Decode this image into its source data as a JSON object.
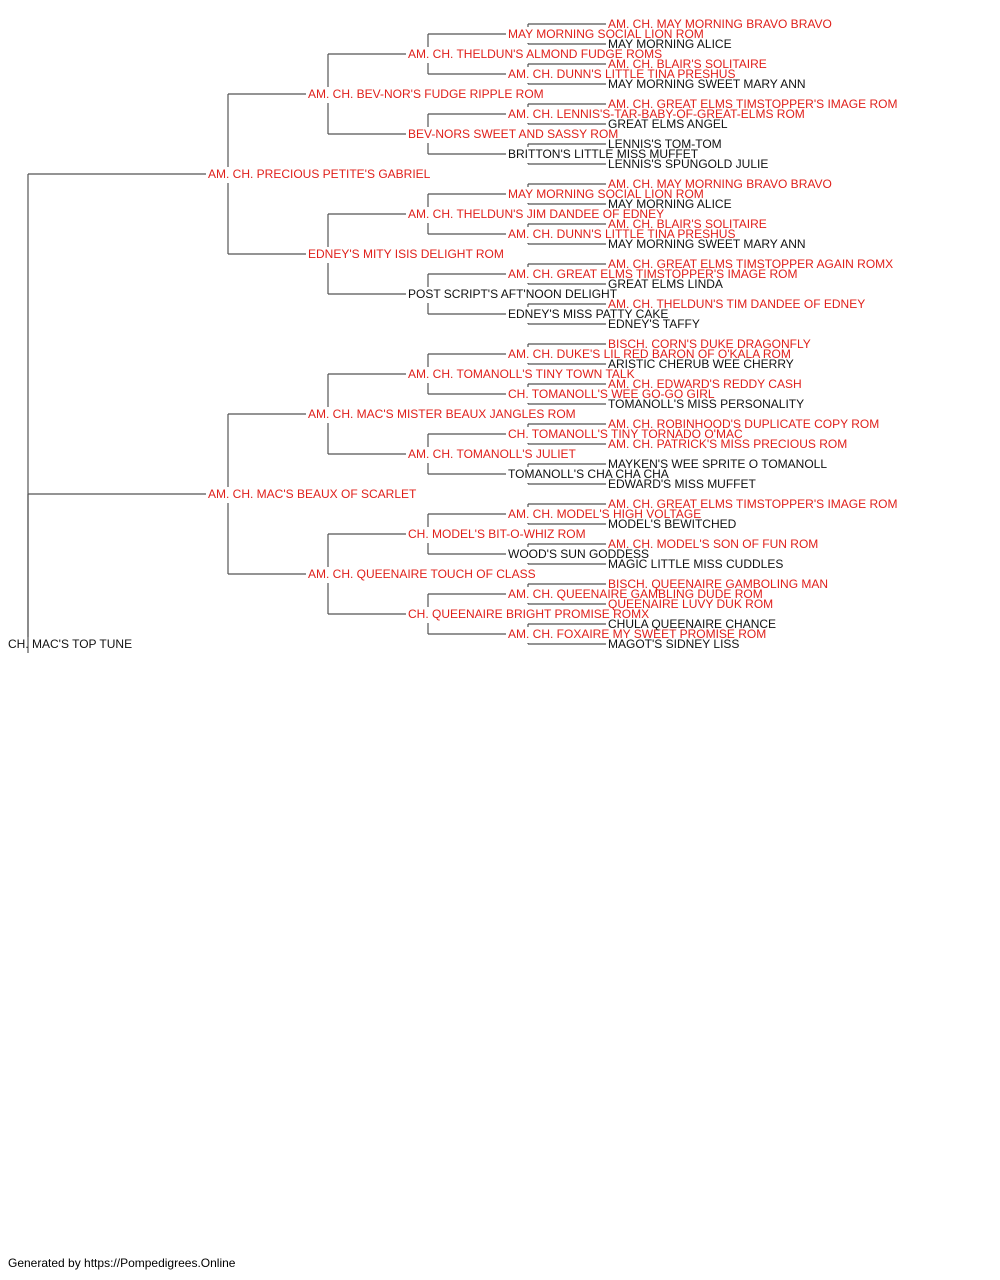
{
  "colors": {
    "champion": "#e0201b",
    "regular": "#111111",
    "line": "#555555"
  },
  "root": {
    "name": "CH. MAC'S TOP TUNE",
    "ch": false,
    "sire": {
      "name": "AM. CH. PRECIOUS PETITE'S GABRIEL",
      "ch": true,
      "sire": {
        "name": "AM. CH. BEV-NOR'S FUDGE RIPPLE ROM",
        "ch": true,
        "sire": {
          "name": "AM. CH. THELDUN'S ALMOND FUDGE ROMS",
          "ch": true,
          "sire": {
            "name": "MAY MORNING SOCIAL LION ROM",
            "ch": true,
            "sire": {
              "name": "AM. CH. MAY MORNING BRAVO BRAVO",
              "ch": true
            },
            "dam": {
              "name": "MAY MORNING ALICE",
              "ch": false
            }
          },
          "dam": {
            "name": "AM. CH. DUNN'S LITTLE TINA PRESHUS",
            "ch": true,
            "sire": {
              "name": "AM. CH. BLAIR'S SOLITAIRE",
              "ch": true
            },
            "dam": {
              "name": "MAY MORNING SWEET MARY ANN",
              "ch": false
            }
          }
        },
        "dam": {
          "name": "BEV-NORS SWEET AND SASSY ROM",
          "ch": true,
          "sire": {
            "name": "AM. CH. LENNIS'S-TAR-BABY-OF-GREAT-ELMS ROM",
            "ch": true,
            "sire": {
              "name": "AM. CH. GREAT ELMS TIMSTOPPER'S IMAGE ROM",
              "ch": true
            },
            "dam": {
              "name": "GREAT ELMS ANGEL",
              "ch": false
            }
          },
          "dam": {
            "name": "BRITTON'S LITTLE MISS MUFFET",
            "ch": false,
            "sire": {
              "name": "LENNIS'S TOM-TOM",
              "ch": false
            },
            "dam": {
              "name": "LENNIS'S SPUNGOLD JULIE",
              "ch": false
            }
          }
        }
      },
      "dam": {
        "name": "EDNEY'S MITY ISIS DELIGHT ROM",
        "ch": true,
        "sire": {
          "name": "AM. CH. THELDUN'S JIM DANDEE OF EDNEY",
          "ch": true,
          "sire": {
            "name": "MAY MORNING SOCIAL LION ROM",
            "ch": true,
            "sire": {
              "name": "AM. CH. MAY MORNING BRAVO BRAVO",
              "ch": true
            },
            "dam": {
              "name": "MAY MORNING ALICE",
              "ch": false
            }
          },
          "dam": {
            "name": "AM. CH. DUNN'S LITTLE TINA PRESHUS",
            "ch": true,
            "sire": {
              "name": "AM. CH. BLAIR'S SOLITAIRE",
              "ch": true
            },
            "dam": {
              "name": "MAY MORNING SWEET MARY ANN",
              "ch": false
            }
          }
        },
        "dam": {
          "name": "POST SCRIPT'S AFT'NOON DELIGHT",
          "ch": false,
          "sire": {
            "name": "AM. CH. GREAT ELMS TIMSTOPPER'S IMAGE ROM",
            "ch": true,
            "sire": {
              "name": "AM. CH. GREAT ELMS TIMSTOPPER AGAIN ROMX",
              "ch": true
            },
            "dam": {
              "name": "GREAT ELMS LINDA",
              "ch": false
            }
          },
          "dam": {
            "name": "EDNEY'S MISS PATTY CAKE",
            "ch": false,
            "sire": {
              "name": "AM. CH. THELDUN'S TIM DANDEE OF EDNEY",
              "ch": true
            },
            "dam": {
              "name": "EDNEY'S TAFFY",
              "ch": false
            }
          }
        }
      }
    },
    "dam": {
      "name": "AM. CH. MAC'S BEAUX OF SCARLET",
      "ch": true,
      "sire": {
        "name": "AM. CH. MAC'S MISTER BEAUX JANGLES ROM",
        "ch": true,
        "sire": {
          "name": "AM. CH. TOMANOLL'S TINY TOWN TALK",
          "ch": true,
          "sire": {
            "name": "AM. CH. DUKE'S LIL RED BARON OF O'KALA ROM",
            "ch": true,
            "sire": {
              "name": "BISCH. CORN'S DUKE DRAGONFLY",
              "ch": true
            },
            "dam": {
              "name": "ARISTIC CHERUB WEE CHERRY",
              "ch": false
            }
          },
          "dam": {
            "name": "CH. TOMANOLL'S WEE GO-GO GIRL",
            "ch": true,
            "sire": {
              "name": "AM. CH. EDWARD'S REDDY CASH",
              "ch": true
            },
            "dam": {
              "name": "TOMANOLL'S MISS PERSONALITY",
              "ch": false
            }
          }
        },
        "dam": {
          "name": "AM. CH. TOMANOLL'S JULIET",
          "ch": true,
          "sire": {
            "name": "CH. TOMANOLL'S TINY TORNADO O'MAC",
            "ch": true,
            "sire": {
              "name": "AM. CH. ROBINHOOD'S DUPLICATE COPY ROM",
              "ch": true
            },
            "dam": {
              "name": "AM. CH. PATRICK'S MISS PRECIOUS ROM",
              "ch": true
            }
          },
          "dam": {
            "name": "TOMANOLL'S CHA CHA CHA",
            "ch": false,
            "sire": {
              "name": "MAYKEN'S WEE SPRITE O TOMANOLL",
              "ch": false
            },
            "dam": {
              "name": "EDWARD'S MISS MUFFET",
              "ch": false
            }
          }
        }
      },
      "dam": {
        "name": "AM. CH. QUEENAIRE TOUCH OF CLASS",
        "ch": true,
        "sire": {
          "name": "CH. MODEL'S BIT-O-WHIZ ROM",
          "ch": true,
          "sire": {
            "name": "AM. CH. MODEL'S HIGH VOLTAGE",
            "ch": true,
            "sire": {
              "name": "AM. CH. GREAT ELMS TIMSTOPPER'S IMAGE ROM",
              "ch": true
            },
            "dam": {
              "name": "MODEL'S BEWITCHED",
              "ch": false
            }
          },
          "dam": {
            "name": "WOOD'S SUN GODDESS",
            "ch": false,
            "sire": {
              "name": "AM. CH. MODEL'S SON OF FUN ROM",
              "ch": true
            },
            "dam": {
              "name": "MAGIC LITTLE MISS CUDDLES",
              "ch": false
            }
          }
        },
        "dam": {
          "name": "CH. QUEENAIRE BRIGHT PROMISE ROMX",
          "ch": true,
          "sire": {
            "name": "AM. CH. QUEENAIRE GAMBLING DUDE ROM",
            "ch": true,
            "sire": {
              "name": "BISCH. QUEENAIRE GAMBOLING MAN",
              "ch": true
            },
            "dam": {
              "name": "QUEENAIRE LUVY DUK ROM",
              "ch": true
            }
          },
          "dam": {
            "name": "AM. CH. FOXAIRE MY SWEET PROMISE ROM",
            "ch": true,
            "sire": {
              "name": "CHULA QUEENAIRE CHANCE",
              "ch": false
            },
            "dam": {
              "name": "MAGOT'S SIDNEY LISS",
              "ch": false
            }
          }
        }
      }
    }
  },
  "footer": {
    "text": "Generated by https://Pompedigrees.Online"
  }
}
